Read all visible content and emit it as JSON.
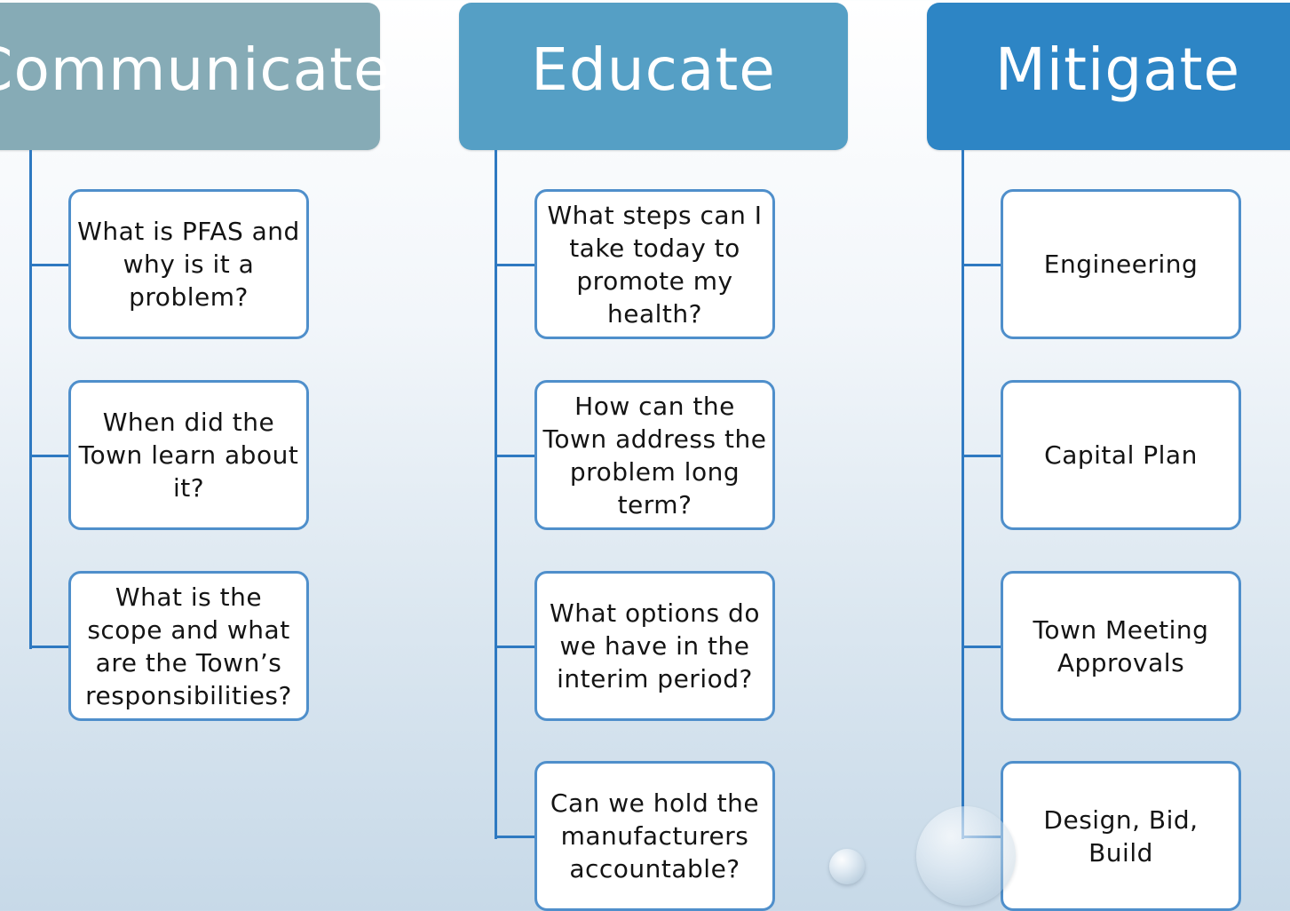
{
  "columns": [
    {
      "title": "Communicate",
      "items": [
        "What is PFAS and why is it a problem?",
        "When did the Town learn about it?",
        "What is the scope and what are the Town’s responsibilities?"
      ]
    },
    {
      "title": "Educate",
      "items": [
        "What steps can I take today to promote my health?",
        "How can the Town address the problem long term?",
        "What options do we have in the interim period?",
        "Can we hold the manufacturers accountable?"
      ]
    },
    {
      "title": "Mitigate",
      "items": [
        "Engineering",
        "Capital Plan",
        "Town Meeting Approvals",
        "Design, Bid, Build"
      ]
    }
  ],
  "colors": {
    "communicate": "#86abb6",
    "educate": "#559fc5",
    "mitigate": "#2d85c5",
    "connector": "#2e79c1",
    "box_border": "#4f8fcb"
  }
}
